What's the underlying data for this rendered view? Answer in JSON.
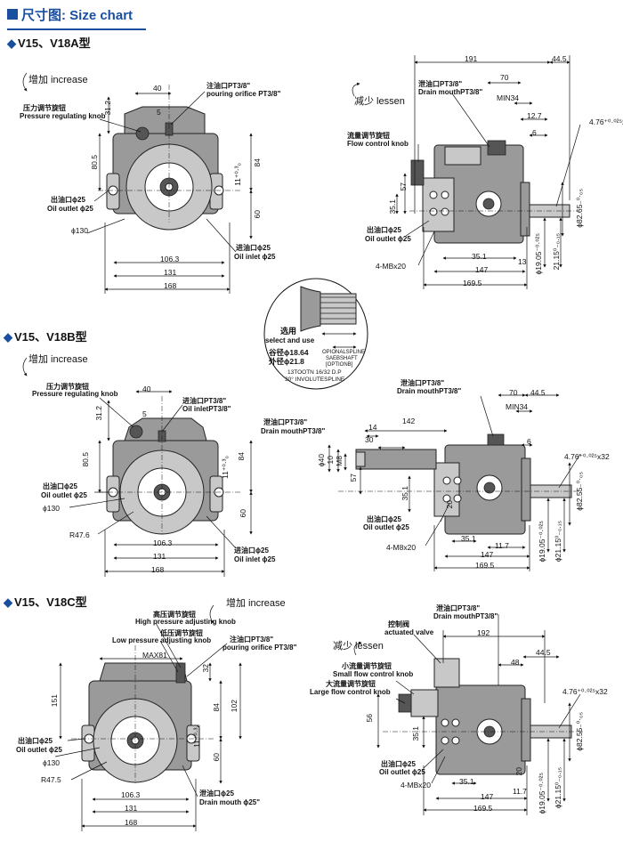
{
  "header": {
    "title": "尺寸图: Size chart"
  },
  "sections": [
    {
      "title": "V15、V18A型"
    },
    {
      "title": "V15、V18B型"
    },
    {
      "title": "V15、V18C型"
    }
  ],
  "a": {
    "increase": "增加 increase",
    "lessen": "减少 lessen",
    "front": {
      "d40": "40",
      "d31_2": "31.2",
      "d5": "5",
      "d80_5": "80.5",
      "d84": "84",
      "d11": "11⁺⁰·³₀",
      "d60": "60",
      "d106_3": "106.3",
      "d131": "131",
      "d168": "168",
      "pressure_cn": "压力调节旋钮",
      "pressure_en": "Pressure regulating knob",
      "orifice_cn": "注油口PT3/8\"",
      "orifice_en": "pouring orifice PT3/8\"",
      "outlet_cn": "出油口ϕ25",
      "outlet_en": "Oil outlet ϕ25",
      "phi130": "ϕ130",
      "inlet_cn": "进油口ϕ25",
      "inlet_en": "Oil inlet ϕ25"
    },
    "side": {
      "d191": "191",
      "d44_5": "44.5",
      "d70": "70",
      "min34": "MIN34",
      "d12_7": "12.7",
      "d6": "6",
      "drain_cn": "泄油口PT3/8\"",
      "drain_en": "Drain mouthPT3/8\"",
      "flow_cn": "流量调节旋钮",
      "flow_en": "Flow control knob",
      "key": "4.76⁺⁰·⁰²⁵x32",
      "d57": "57",
      "d35_1v": "35.1",
      "d82_65": "ϕ82.65₋⁰·₀₅",
      "outlet_cn": "出油口ϕ25",
      "outlet_en": "Oil outlet ϕ25",
      "d4mb": "4-MBx20",
      "d35_1": "35.1",
      "d147": "147",
      "d13": "13",
      "d169_5": "169.5",
      "d19_05": "ϕ19.05⁻⁰·⁰²⁵",
      "d21_15": "21.15⁰₋₀.₁₅"
    }
  },
  "spline": {
    "cn": "选用",
    "en": "select and use",
    "root": "谷径ϕ18.64",
    "outer": "外径ϕ21.8",
    "spec1": "13TOOTN 16/32 D.P",
    "spec2": "30° INVOLUTESPLINE",
    "note1": "OPIONALSPLINE",
    "note2": "SAEBSHAFT",
    "note3": "[OPTIONB]"
  },
  "b": {
    "increase": "增加 increase",
    "front": {
      "d40": "40",
      "d31_2": "31.2",
      "d5": "5",
      "d80_5": "80.5",
      "d84": "84",
      "d11": "11⁺⁰·³₀",
      "d60": "60",
      "d106_3": "106.3",
      "d131": "131",
      "d168": "168",
      "pressure_cn": "压力调节旋钮",
      "pressure_en": "Pressure regulating knob",
      "inlet2_cn": "进油口PT3/8\"",
      "inlet2_en": "Oil inletPT3/8\"",
      "outlet_cn": "出油口ϕ25",
      "outlet_en": "Oil outlet ϕ25",
      "phi130": "ϕ130",
      "r47_6": "R47.6",
      "inlet_cn": "进油口ϕ25",
      "inlet_en": "Oil inlet ϕ25"
    },
    "side": {
      "drain1_cn": "泄油口PT3/8\"",
      "drain1_en": "Drain mouthPT3/8\"",
      "drain2_cn": "泄油口PT3/8\"",
      "drain2_en": "Drain mouthPT3/8\"",
      "d70": "70",
      "d44_5": "44.5",
      "min34": "MIN34",
      "d142": "142",
      "d14": "14",
      "d30": "30",
      "d6": "6",
      "d40": "ϕ40",
      "d10": "10",
      "m8": "M8",
      "d57": "57",
      "d35_1v": "35.1",
      "key": "4.76⁺⁰·⁰²⁵x32",
      "d82_55": "ϕ82.55₋⁰·₀₅",
      "outlet_cn": "出油口ϕ25",
      "outlet_en": "Oil outlet ϕ25",
      "d20": "20",
      "d4m8": "4-M8x20",
      "d35_1": "35.1",
      "d11_7": "11.7",
      "d147": "147",
      "d169_5": "169.5",
      "d19_05": "ϕ19.05⁻⁰·⁰²⁵",
      "d21_15": "ϕ21.15⁰₋₀.₁₅"
    }
  },
  "c": {
    "increase": "增加 increase",
    "lessen": "减少 lessen",
    "front": {
      "hp_cn": "高压调节旋钮",
      "hp_en": "High pressure adjusting knob",
      "lp_cn": "低压调节旋钮",
      "lp_en": "Low pressure adjusting knob",
      "orifice_cn": "注油口PT3/8\"",
      "orifice_en": "pouring orifice PT3/8\"",
      "max81": "MAX81",
      "d32": "32",
      "d151": "151",
      "d84": "84",
      "d102": "102",
      "d11": "11⁺⁰·³₀",
      "d60": "60",
      "d106_3": "106.3",
      "d131": "131",
      "d168": "168",
      "outlet_cn": "出油口ϕ25",
      "outlet_en": "Oil outlet ϕ25",
      "phi130": "ϕ130",
      "r47_5": "R47.5",
      "drain_cn": "泄油口ϕ25",
      "drain_en": "Drain mouth ϕ25\""
    },
    "side": {
      "drain_cn": "泄油口PT3/8\"",
      "drain_en": "Drain mouthPT3/8\"",
      "valve_cn": "控制阀",
      "valve_en": "actuated valve",
      "d192": "192",
      "d48": "48",
      "d44_5": "44.5",
      "small_cn": "小流量调节旋钮",
      "small_en": "Small flow control knob",
      "large_cn": "大流量调节旋钮",
      "large_en": "Large flow control knob",
      "key": "4.76⁺⁰·⁰²⁵x32",
      "d56": "56",
      "d35_1v": "35.1",
      "d82_55": "ϕ82.55₋⁰·₀₅",
      "outlet_cn": "出油口ϕ25",
      "outlet_en": "Oil outlet ϕ25",
      "d4mb": "4-MBx20",
      "d35_1": "35.1",
      "d20": "20",
      "d147": "147",
      "d11_7": "11.7",
      "d169_5": "169.5",
      "d19_05": "ϕ19.05⁻⁰·⁰²⁵",
      "d21_15": "ϕ21.15⁰₋₀.₁₅"
    }
  }
}
